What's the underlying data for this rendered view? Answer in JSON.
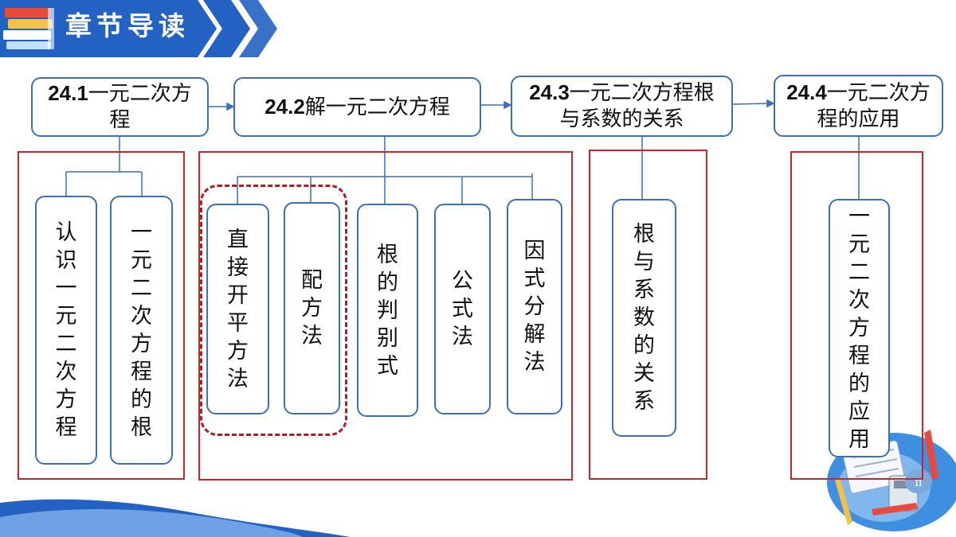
{
  "header": {
    "title": "章节导读"
  },
  "sections": [
    {
      "num": "24.1",
      "title": "一元二次方程"
    },
    {
      "num": "24.2",
      "title": "解一元二次方程"
    },
    {
      "num": "24.3",
      "title": "一元二次方程根与系数的关系"
    },
    {
      "num": "24.4",
      "title": "一元二次方程的应用"
    }
  ],
  "topics": {
    "s1": [
      "认识一元二次方程",
      "一元二次方程的根"
    ],
    "s2": [
      "直接开平方法",
      "配方法",
      "根的判别式",
      "公式法",
      "因式分解法"
    ],
    "s3": [
      "根与系数的关系"
    ],
    "s4": [
      "一元二次方程的应用"
    ]
  },
  "colors": {
    "banner_blue": "#2361c2",
    "box_border": "#3d6fb4",
    "frame_red": "#c3262c",
    "dash_red": "#a7202a"
  }
}
